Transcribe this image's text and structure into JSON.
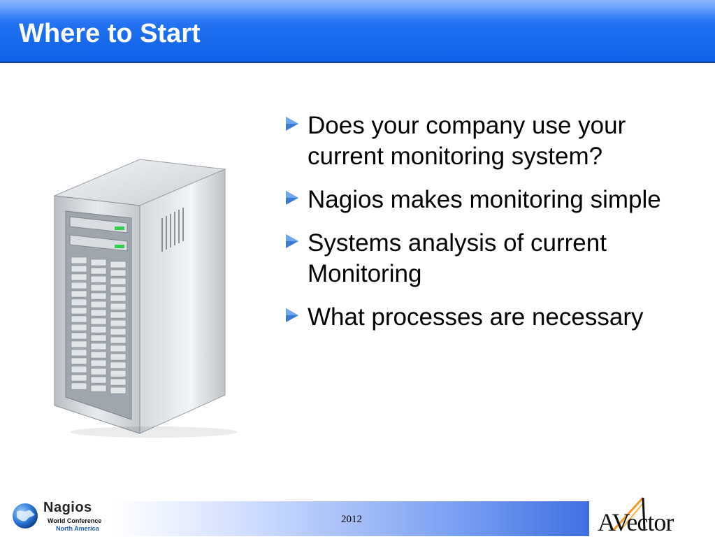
{
  "slide": {
    "title": "Where to Start"
  },
  "bullets": [
    {
      "text": "Does your company use your current monitoring system?"
    },
    {
      "text": "Nagios makes monitoring simple"
    },
    {
      "text": "Systems analysis of current Monitoring"
    },
    {
      "text": "What processes are necessary"
    }
  ],
  "footer": {
    "year": "2012",
    "left_logo": {
      "name": "Nagios",
      "line1": "World Conference",
      "line2": "North America"
    },
    "right_logo": {
      "name": "AVector"
    }
  },
  "colors": {
    "title_bar": "#1f6ff0",
    "bullet_arrow": "#3a7bd5",
    "footer_band_end": "#3f6fe0"
  },
  "icons": [
    "server-tower-icon",
    "triangle-bullet-icon",
    "globe-icon"
  ]
}
